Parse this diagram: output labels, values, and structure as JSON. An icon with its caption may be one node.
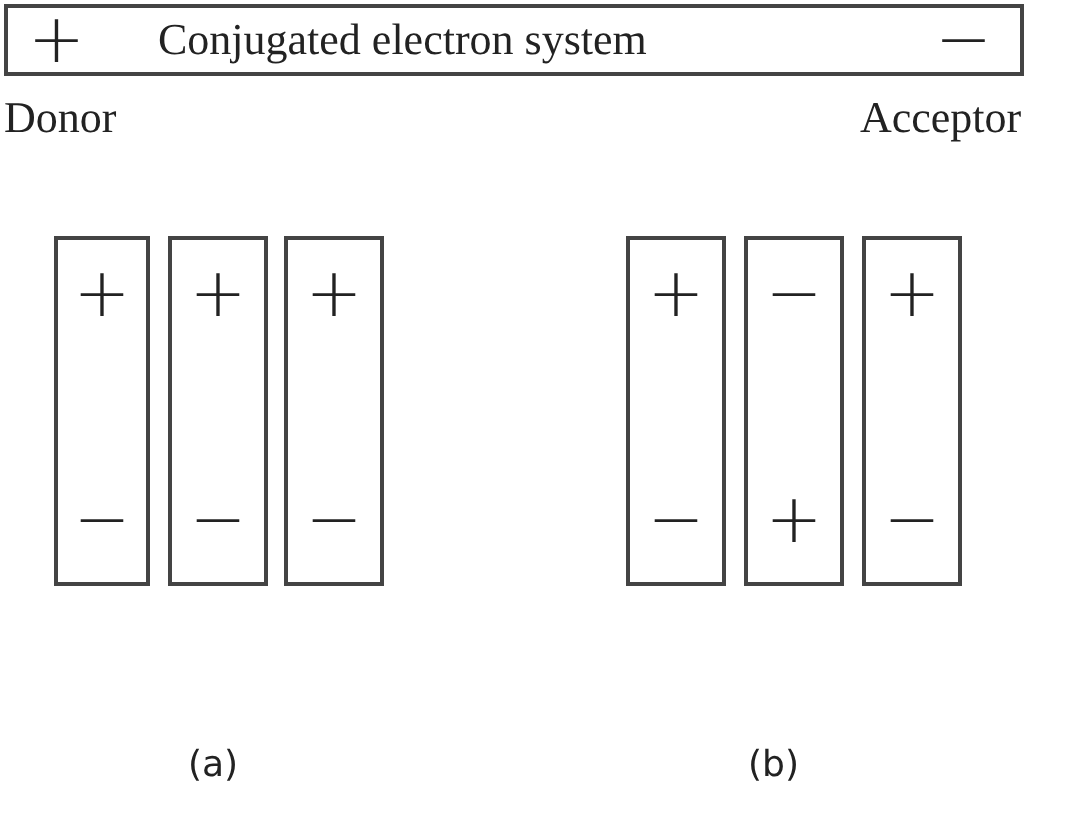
{
  "diagram": {
    "nodes": [
      {
        "text": [
          "+",
          "Conjugated electron system",
          "−"
        ]
      },
      {
        "text": [
          "+",
          "−"
        ]
      },
      {
        "text": [
          "+",
          "−"
        ]
      },
      {
        "text": [
          "+",
          "−"
        ]
      },
      {
        "text": [
          "+",
          "−"
        ]
      },
      {
        "text": [
          "−",
          "+"
        ]
      },
      {
        "text": [
          "+",
          "−"
        ]
      }
    ],
    "labels": [
      "Donor",
      "Acceptor",
      "(a)",
      "(b)"
    ]
  }
}
